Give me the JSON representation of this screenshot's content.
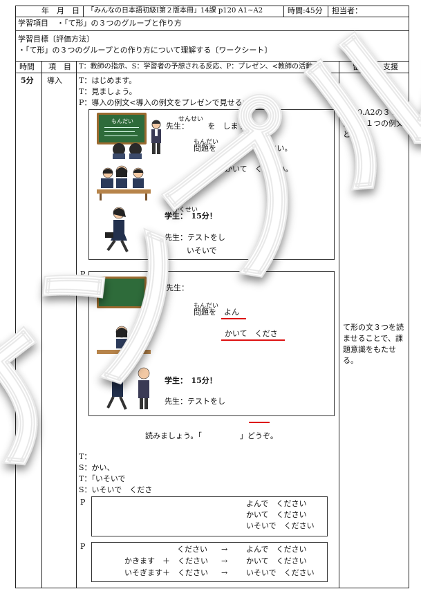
{
  "header": {
    "date_label": "年　月　日",
    "textbook": "「みんなの日本語初級Ⅰ第２版本冊」14課 p120 A1~A2",
    "time": "時間:45分",
    "teacher": "担当者："
  },
  "study_item": {
    "label": "学習項目",
    "value": "・「て形」の３つのグループと作り方"
  },
  "study_goal": {
    "label": "学習目標〔評価方法〕",
    "value": "・「て形」の３つのグループとの作り方について理解する〔ワークシート〕"
  },
  "table_headers": {
    "time": "時間",
    "item": "項　目",
    "activity": "T：教師の指示、S：学習者の予想される反応、P：プレゼン、<教師の活動>",
    "notes": "留意点・支援"
  },
  "row": {
    "time": "5分",
    "item": "導入"
  },
  "lines": {
    "l1": "T：はじめます。",
    "l2": "T：見ましょう。",
    "l3": "P：導入の例文<導入の例文をプレゼンで見せる>"
  },
  "slide1": {
    "board_label": "もんだい",
    "teacher_line": "先生：　　　を　します。",
    "furi_sensei": "せんせい",
    "problem_line": "問題を　よんで　ください。",
    "furi_mondai": "もんだい",
    "write_line": "かいて　ください。",
    "student_line": "学生：　15分！",
    "furi_gakusei": "がくせい",
    "teacher2_line": "先生：テストをし",
    "hurry_line": "いそいで"
  },
  "slide2": {
    "p_label": "P",
    "teacher_line": "先生：",
    "problem_line": "問題を　よん",
    "furi_mondai": "もんだい",
    "write_line": "かいて　くださ",
    "student_line": "学生：　15分！",
    "teacher2_line": "先生：テストをし"
  },
  "notes": {
    "n1": "p120.A2の３つの例文は１つの例文として、",
    "n2": "て形の文３つを読ませることで、課題意識をもたせる。"
  },
  "after": {
    "read_line": "読みましょう。「　　　　　」どうぞ。",
    "t": "T：",
    "s1": "S：かい、",
    "t2": "T：「いそいで",
    "s2": "S：いそいで　くださ"
  },
  "box3": {
    "p": "P",
    "r1": "よんで　ください",
    "r2": "かいて　ください",
    "r3": "いそいで　ください"
  },
  "box4": {
    "p": "P",
    "row1": {
      "a": "ください",
      "arrow": "→",
      "b": "よんで　ください"
    },
    "row2": {
      "a": "かきます　＋　ください",
      "arrow": "→",
      "b": "かいて　ください"
    },
    "row3": {
      "a": "いそぎます＋　ください",
      "arrow": "→",
      "b": "いそいで　ください"
    }
  },
  "watermark": "サンプル"
}
